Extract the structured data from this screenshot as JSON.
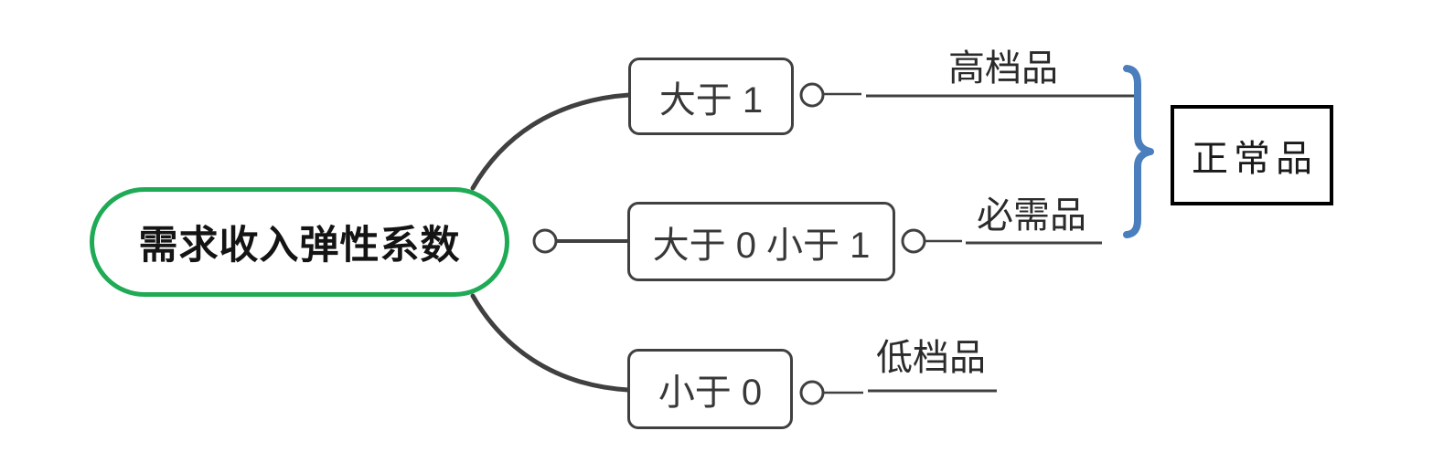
{
  "colors": {
    "root_border": "#1faa55",
    "connector": "#404040",
    "brace": "#4a7ebc",
    "summary_border": "#000000"
  },
  "mindmap": {
    "root": {
      "label": "需求收入弹性系数"
    },
    "branches": [
      {
        "condition": "大于 1",
        "result": "高档品"
      },
      {
        "condition": "大于 0 小于 1",
        "result": "必需品"
      },
      {
        "condition": "小于 0",
        "result": "低档品"
      }
    ],
    "summary": {
      "label": "正常品"
    }
  }
}
